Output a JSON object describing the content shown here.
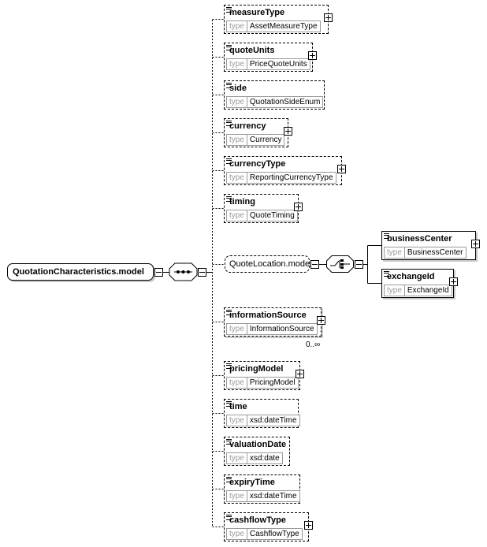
{
  "root": {
    "name": "QuotationCharacteristics.model"
  },
  "type_label": "type",
  "elements": [
    {
      "name": "measureType",
      "type": "AssetMeasureType",
      "expandable": true
    },
    {
      "name": "quoteUnits",
      "type": "PriceQuoteUnits",
      "expandable": true
    },
    {
      "name": "side",
      "type": "QuotationSideEnum",
      "expandable": false
    },
    {
      "name": "currency",
      "type": "Currency",
      "expandable": true
    },
    {
      "name": "currencyType",
      "type": "ReportingCurrencyType",
      "expandable": true
    },
    {
      "name": "timing",
      "type": "QuoteTiming",
      "expandable": true
    },
    {
      "name": "informationSource",
      "type": "InformationSource",
      "expandable": true,
      "occurrence": "0..∞"
    },
    {
      "name": "pricingModel",
      "type": "PricingModel",
      "expandable": true
    },
    {
      "name": "time",
      "type": "xsd:dateTime",
      "expandable": false
    },
    {
      "name": "valuationDate",
      "type": "xsd:date",
      "expandable": false
    },
    {
      "name": "expiryTime",
      "type": "xsd:dateTime",
      "expandable": false
    },
    {
      "name": "cashflowType",
      "type": "CashflowType",
      "expandable": true
    }
  ],
  "group": {
    "name": "QuoteLocation.model"
  },
  "choice_elements": [
    {
      "name": "businessCenter",
      "type": "BusinessCenter",
      "expandable": true
    },
    {
      "name": "exchangeId",
      "type": "ExchangeId",
      "expandable": true
    }
  ]
}
